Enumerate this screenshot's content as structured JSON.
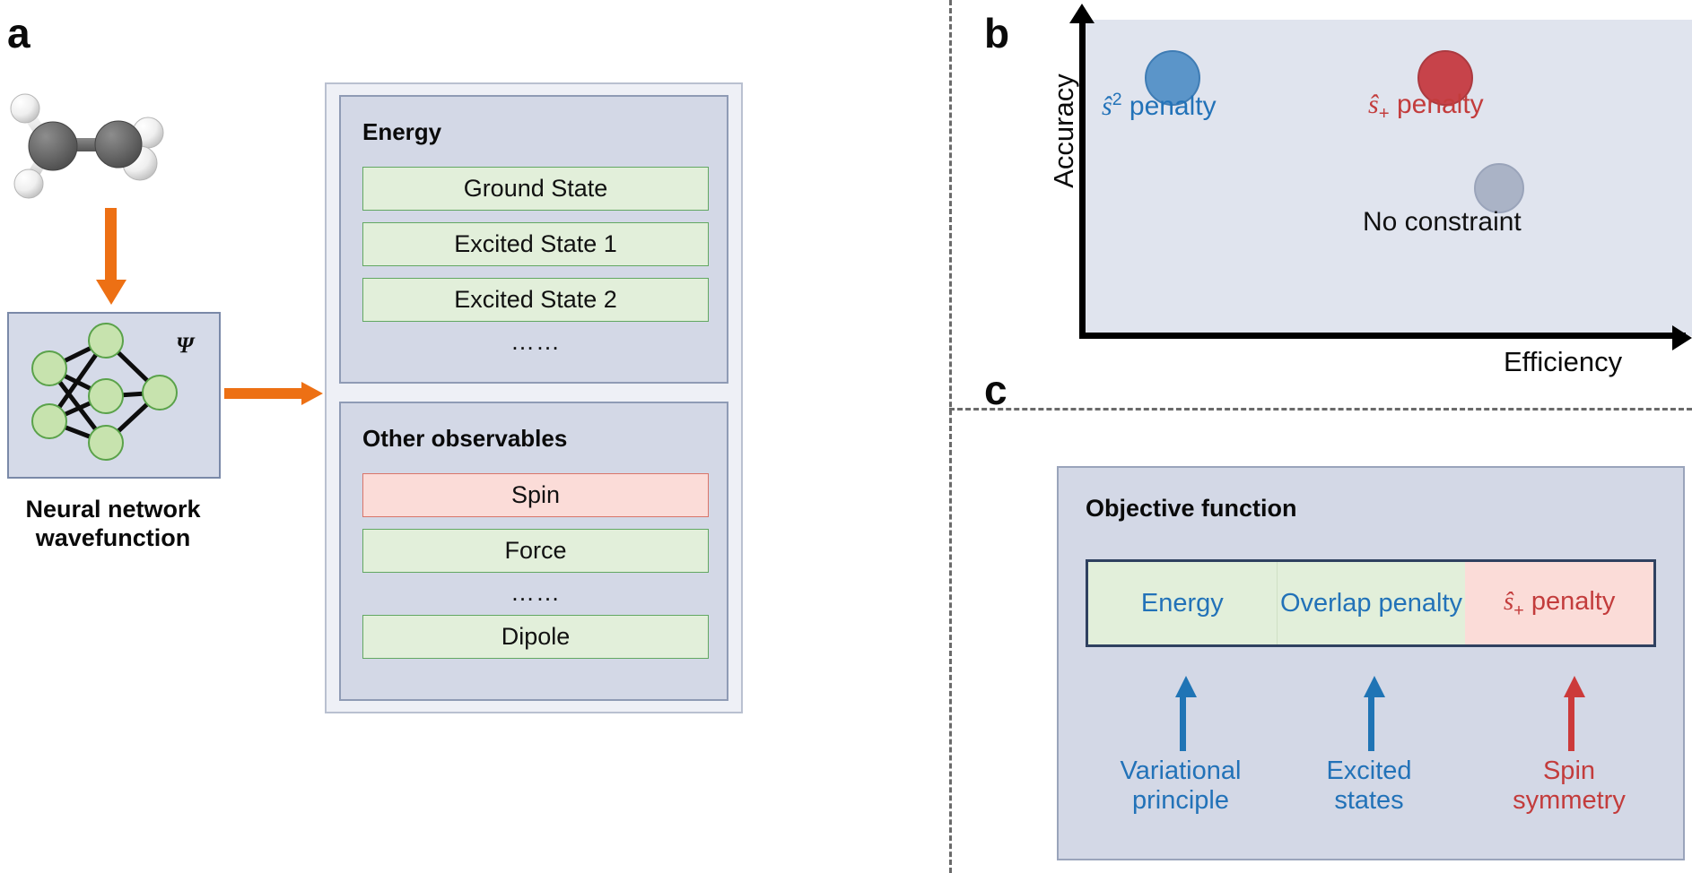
{
  "panels": {
    "a": {
      "letter": "a",
      "molecule_alt": "ethylene-molecule-ball-and-stick",
      "nn": {
        "psi_symbol": "Ψ",
        "caption": "Neural network\nwavefunction",
        "node_color": "#c7e3ae",
        "node_border": "#5aa24a",
        "box_fill": "#d5dae8"
      },
      "arrow_color": "#ed7014",
      "energy_group": {
        "title": "Energy",
        "items": [
          "Ground State",
          "Excited State 1",
          "Excited State 2"
        ],
        "ellipsis": "……"
      },
      "observables_group": {
        "title": "Other observables",
        "items": [
          {
            "label": "Spin",
            "style": "red"
          },
          {
            "label": "Force",
            "style": "green"
          },
          {
            "label": "Dipole",
            "style": "green"
          }
        ],
        "ellipsis": "……"
      }
    },
    "b": {
      "letter": "b",
      "ylabel": "Accuracy",
      "xlabel": "Efficiency",
      "plot_fill": "#e0e4ee",
      "points": [
        {
          "name": "s2-penalty",
          "label_html": "<span class='ital'>ŝ</span><sup class='sm'>2</sup> penalty",
          "color": "#5b95c9",
          "border": "#3f7cb4",
          "x_pct": 13,
          "y_pct": 9,
          "size": 62
        },
        {
          "name": "splus-penalty",
          "label_html": "<span class='ital'>ŝ</span><sub class='sm'>+</sub> penalty",
          "color": "#c7434a",
          "border": "#ab3a40",
          "x_pct": 55,
          "y_pct": 9,
          "size": 62
        },
        {
          "name": "no-constraint",
          "label_html": "No constraint",
          "color": "#aab3c6",
          "border": "#9aa4ba",
          "x_pct": 65,
          "y_pct": 48,
          "size": 56
        }
      ],
      "point_labels": [
        {
          "text": "ŝ2 penalty",
          "color": "#2272b8"
        },
        {
          "text": "ŝ+ penalty",
          "color": "#c33c3c"
        },
        {
          "text": "No constraint",
          "color": "#111111"
        }
      ]
    },
    "c": {
      "letter": "c",
      "title": "Objective function",
      "segments": [
        {
          "label": "Energy",
          "style": "green",
          "arrow_color": "#1f74b5",
          "foot": "Variational\nprinciple",
          "foot_color": "#2272b8"
        },
        {
          "label": "Overlap\npenalty",
          "style": "green",
          "arrow_color": "#1f74b5",
          "foot": "Excited\nstates",
          "foot_color": "#2272b8"
        },
        {
          "label": "ŝ+ penalty",
          "style": "red",
          "arrow_color": "#cc3a3a",
          "foot": "Spin\nsymmetry",
          "foot_color": "#c33c3c"
        }
      ]
    }
  },
  "colors": {
    "orange_arrow": "#ed7014",
    "green_chip_fill": "#e2efda",
    "green_chip_border": "#62a862",
    "red_chip_fill": "#fbdcd8",
    "red_chip_border": "#d9756a",
    "card_blue_fill": "#d3d8e6",
    "blue_text": "#2272b8",
    "red_text": "#c33c3c",
    "divider": "#6a6a6a"
  }
}
